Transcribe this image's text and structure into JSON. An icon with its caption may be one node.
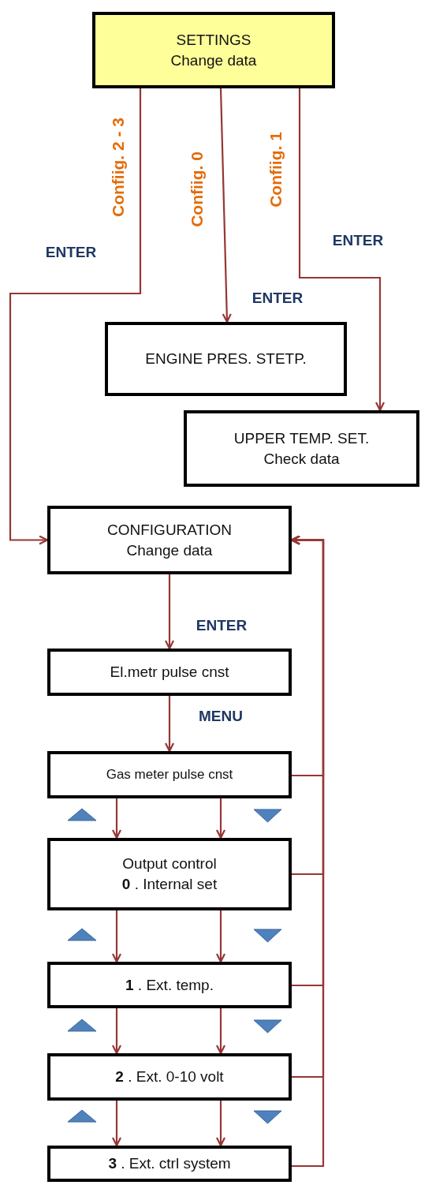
{
  "diagram": {
    "nodes": [
      {
        "text": [
          "SETTINGS",
          "Change data"
        ]
      },
      {
        "text": [
          "ENGINE PRES. STETP."
        ]
      },
      {
        "text": [
          "UPPER TEMP. SET.",
          "Check data"
        ]
      },
      {
        "text": [
          "CONFIGURATION",
          "Change data"
        ]
      },
      {
        "text": [
          "El.metr pulse cnst"
        ]
      },
      {
        "text": [
          "Gas meter pulse cnst"
        ]
      },
      {
        "text": [
          "Output control",
          "**0** . Internal set"
        ]
      },
      {
        "text": [
          "**1** . Ext. temp."
        ]
      },
      {
        "text": [
          "**2** . Ext. 0-10 volt"
        ]
      },
      {
        "text": [
          "**3** . Ext. ctrl system"
        ]
      }
    ],
    "edges": [
      {
        "from": 0,
        "to": 3,
        "arrow": "to",
        "label": "Confiig. 2 - 3"
      },
      {
        "from": 0,
        "to": 1,
        "arrow": "to",
        "label": "Confiig. 0"
      },
      {
        "from": 0,
        "to": 2,
        "arrow": "to",
        "label": "Confiig. 1"
      },
      {
        "from": 3,
        "to": 4,
        "arrow": "to",
        "label": "ENTER"
      },
      {
        "from": 4,
        "to": 5,
        "arrow": "to",
        "label": "MENU"
      },
      {
        "from": 5,
        "to": 6,
        "arrow": "to"
      },
      {
        "from": 5,
        "to": 6,
        "arrow": "to"
      },
      {
        "from": 6,
        "to": 7,
        "arrow": "to"
      },
      {
        "from": 6,
        "to": 7,
        "arrow": "to"
      },
      {
        "from": 7,
        "to": 8,
        "arrow": "to"
      },
      {
        "from": 7,
        "to": 8,
        "arrow": "to"
      },
      {
        "from": 8,
        "to": 9,
        "arrow": "to"
      },
      {
        "from": 8,
        "to": 9,
        "arrow": "to"
      },
      {
        "from": 5,
        "to": 3,
        "arrow": "to"
      },
      {
        "from": 6,
        "to": 3,
        "arrow": "to"
      },
      {
        "from": 7,
        "to": 3,
        "arrow": "to"
      },
      {
        "from": 8,
        "to": 3,
        "arrow": "to"
      },
      {
        "from": 9,
        "to": 3,
        "arrow": "to"
      }
    ],
    "labels": [
      "ENTER",
      "ENTER",
      "ENTER"
    ]
  }
}
